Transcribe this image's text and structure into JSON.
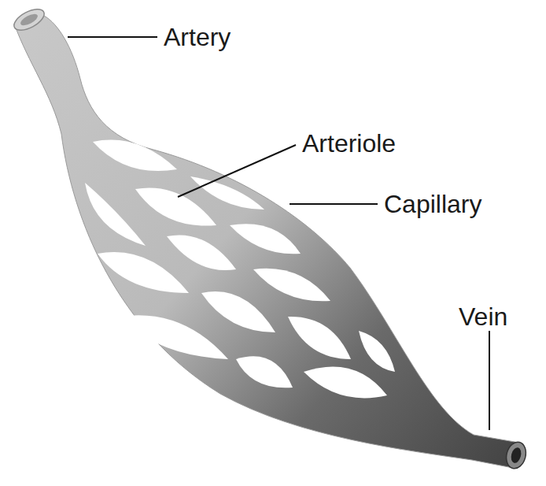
{
  "diagram": {
    "labels": [
      "Artery",
      "Arteriole",
      "Capillary",
      "Vein"
    ]
  }
}
